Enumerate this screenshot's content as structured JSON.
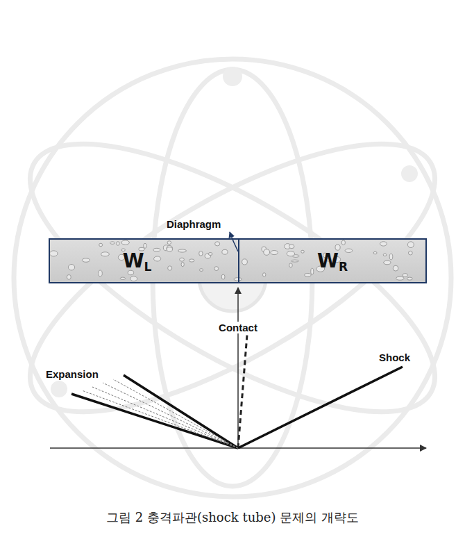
{
  "diagram": {
    "caption": "그림 2 충격파관(shock tube) 문제의 개략도",
    "nodes": [
      {
        "text": [
          "W",
          "L"
        ]
      },
      {
        "text": [
          "W",
          "R"
        ]
      }
    ],
    "labels": [
      "Diaphragm",
      "Contact",
      "Expansion",
      "Shock"
    ]
  }
}
